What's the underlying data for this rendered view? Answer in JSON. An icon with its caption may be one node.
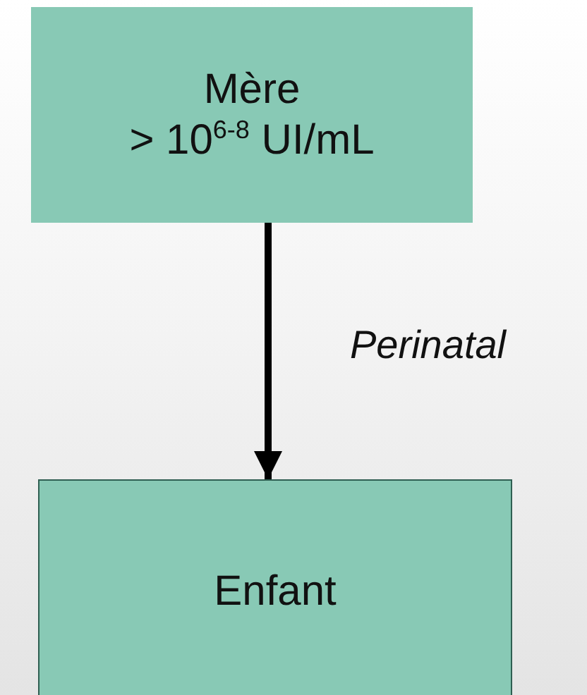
{
  "diagram": {
    "nodes": [
      {
        "text": [
          "Mère",
          "> 10$^{6-8}$ UI/mL"
        ]
      },
      {
        "text": [
          "Enfant"
        ]
      }
    ],
    "edges": [
      {
        "from": 0,
        "to": 1,
        "arrow": "to",
        "label": "Perinatal"
      }
    ]
  }
}
